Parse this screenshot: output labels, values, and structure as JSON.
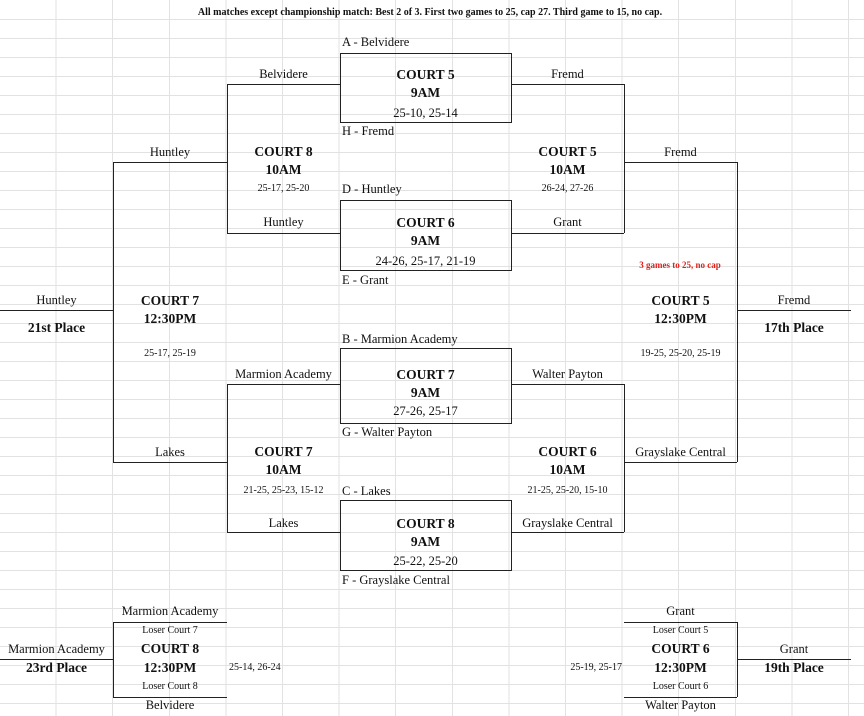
{
  "header_note": "All matches except championship match:  Best 2 of 3.  First two games to 25, cap 27.  Third game to 15, no cap.",
  "championship_note": "3 games to 25, no cap",
  "top": {
    "seed_a": "A - Belvidere",
    "seed_h": "H - Fremd",
    "seed_d": "D - Huntley",
    "seed_e": "E - Grant",
    "m1": {
      "court": "COURT 5",
      "time": "9AM",
      "score": "25-10, 25-14",
      "left": "Belvidere",
      "right": "Fremd"
    },
    "m2": {
      "court": "COURT 6",
      "time": "9AM",
      "score": "24-26, 25-17, 21-19",
      "left": "Huntley",
      "right": "Grant"
    },
    "m3": {
      "court": "COURT 8",
      "time": "10AM",
      "score": "25-17, 25-20",
      "winner": "Huntley"
    },
    "m4": {
      "court": "COURT 5",
      "time": "10AM",
      "score": "26-24, 27-26",
      "winner": "Fremd"
    }
  },
  "bottom": {
    "seed_b": "B - Marmion Academy",
    "seed_g": "G - Walter Payton",
    "seed_c": "C - Lakes",
    "seed_f": "F - Grayslake Central",
    "m1": {
      "court": "COURT 7",
      "time": "9AM",
      "score": "27-26, 25-17",
      "left": "Marmion Academy",
      "right": "Walter Payton"
    },
    "m2": {
      "court": "COURT 8",
      "time": "9AM",
      "score": "25-22, 25-20",
      "left": "Lakes",
      "right": "Grayslake Central"
    },
    "m3": {
      "court": "COURT 7",
      "time": "10AM",
      "score": "21-25, 25-23, 15-12",
      "winner": "Lakes"
    },
    "m4": {
      "court": "COURT 6",
      "time": "10AM",
      "score": "21-25, 25-20, 15-10",
      "winner": "Grayslake Central"
    }
  },
  "finals": {
    "left": {
      "court": "COURT 7",
      "time": "12:30PM",
      "score": "25-17, 25-19",
      "winner": "Huntley",
      "place": "21st Place"
    },
    "right": {
      "court": "COURT 5",
      "time": "12:30PM",
      "score": "19-25, 25-20, 25-19",
      "winner": "Fremd",
      "place": "17th Place"
    }
  },
  "consolation": {
    "left": {
      "top_team": "Marmion Academy",
      "top_src": "Loser Court 7",
      "court": "COURT 8",
      "time": "12:30PM",
      "bottom_src": "Loser Court 8",
      "bottom_team": "Belvidere",
      "score": "25-14, 26-24",
      "winner": "Marmion Academy",
      "place": "23rd Place"
    },
    "right": {
      "top_team": "Grant",
      "top_src": "Loser Court 5",
      "court": "COURT 6",
      "time": "12:30PM",
      "bottom_src": "Loser Court 6",
      "bottom_team": "Walter Payton",
      "score": "25-19, 25-17",
      "winner": "Grant",
      "place": "19th Place"
    }
  }
}
